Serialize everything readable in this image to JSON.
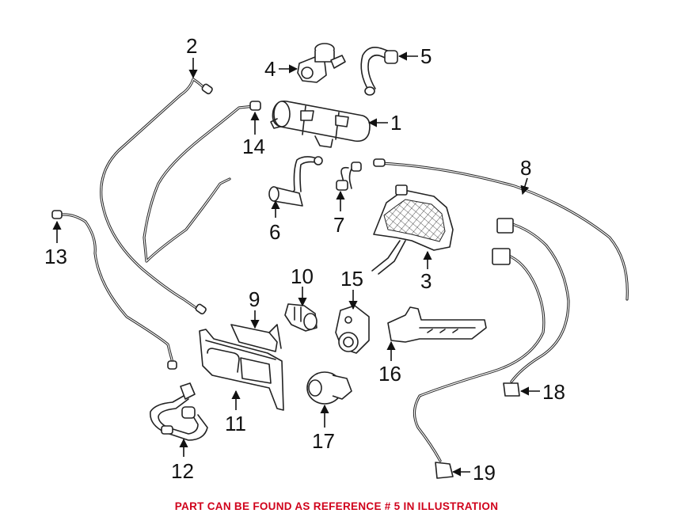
{
  "diagram": {
    "callouts": [
      "1",
      "2",
      "3",
      "4",
      "5",
      "6",
      "7",
      "8",
      "9",
      "10",
      "11",
      "12",
      "13",
      "14",
      "15",
      "16",
      "17",
      "18",
      "19"
    ]
  },
  "footer": {
    "note": "PART CAN BE FOUND AS REFERENCE # 5 IN ILLUSTRATION",
    "color": "#d0021b"
  }
}
